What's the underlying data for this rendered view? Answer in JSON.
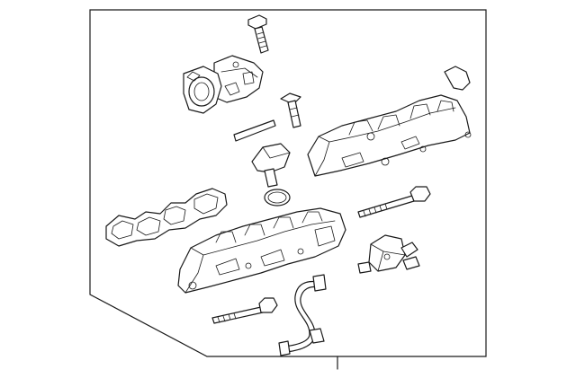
{
  "diagram": {
    "kind": "exploded-parts-view",
    "parts": [
      "bolt-top",
      "sensor-housing",
      "stud-bolt",
      "gasket-strip",
      "plug-fitting",
      "o-ring",
      "cap-cover",
      "right-manifold-housing",
      "left-gasket",
      "left-manifold-housing",
      "long-bolt-right",
      "solenoid-valve",
      "long-bolt-bottom",
      "tube-line"
    ],
    "colors": {
      "line": "#1a1a1a",
      "background": "#ffffff"
    }
  }
}
